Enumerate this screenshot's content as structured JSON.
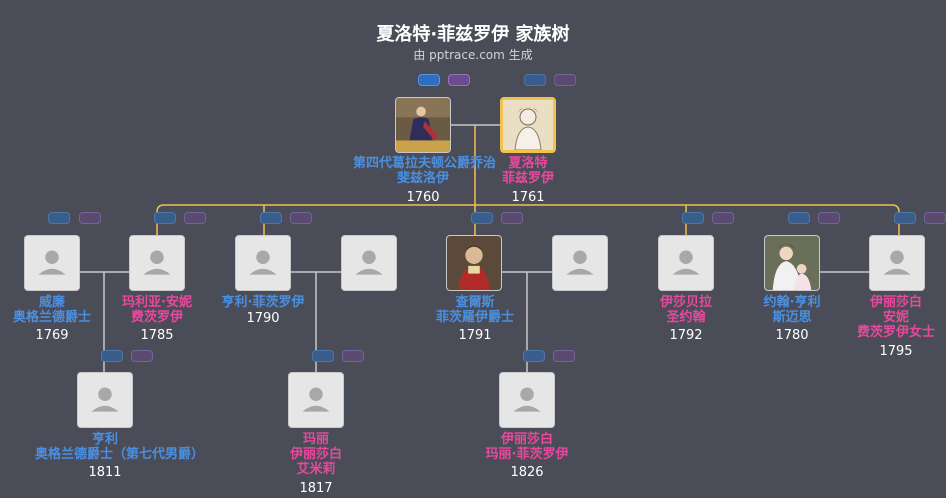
{
  "header": {
    "title": "夏洛特·菲兹罗伊 家族树",
    "subtitle": "由 pptrace.com 生成"
  },
  "colors": {
    "background": "#4a4d57",
    "male": "#4a90e2",
    "female": "#e8489e",
    "highlight_line": "#f2c14e",
    "line": "#c8c8c8"
  },
  "people": {
    "p_george": {
      "lines": [
        "第四代葛拉夫顿公爵乔治",
        "斐兹洛伊"
      ],
      "year": "1760",
      "gender": "male"
    },
    "p_charlotte": {
      "lines": [
        "夏洛特",
        "菲兹罗伊"
      ],
      "year": "1761",
      "gender": "female"
    },
    "p_william": {
      "lines": [
        "威廉",
        "奥格兰德爵士"
      ],
      "year": "1769",
      "gender": "male"
    },
    "p_maria": {
      "lines": [
        "玛利亚·安妮",
        "费茨罗伊"
      ],
      "year": "1785",
      "gender": "female"
    },
    "p_henry_f": {
      "lines": [
        "亨利·菲茨罗伊"
      ],
      "year": "1790",
      "gender": "male"
    },
    "p_charles": {
      "lines": [
        "查爾斯",
        "菲茨羅伊爵士"
      ],
      "year": "1791",
      "gender": "male"
    },
    "p_isabella": {
      "lines": [
        "伊莎贝拉",
        "圣约翰"
      ],
      "year": "1792",
      "gender": "female"
    },
    "p_john": {
      "lines": [
        "约翰·亨利",
        "斯迈思"
      ],
      "year": "1780",
      "gender": "male"
    },
    "p_elizabeth_lady": {
      "lines": [
        "伊丽莎白",
        "安妮",
        "费茨罗伊女士"
      ],
      "year": "1795",
      "gender": "female"
    },
    "p_henry_o": {
      "lines": [
        "亨利",
        "奥格兰德爵士（第七代男爵）"
      ],
      "year": "1811",
      "gender": "male"
    },
    "p_mary": {
      "lines": [
        "玛丽",
        "伊丽莎白",
        "艾米莉"
      ],
      "year": "1817",
      "gender": "female"
    },
    "p_elizabeth_mary": {
      "lines": [
        "伊丽莎白",
        "玛丽·菲茨罗伊"
      ],
      "year": "1826",
      "gender": "female"
    }
  }
}
